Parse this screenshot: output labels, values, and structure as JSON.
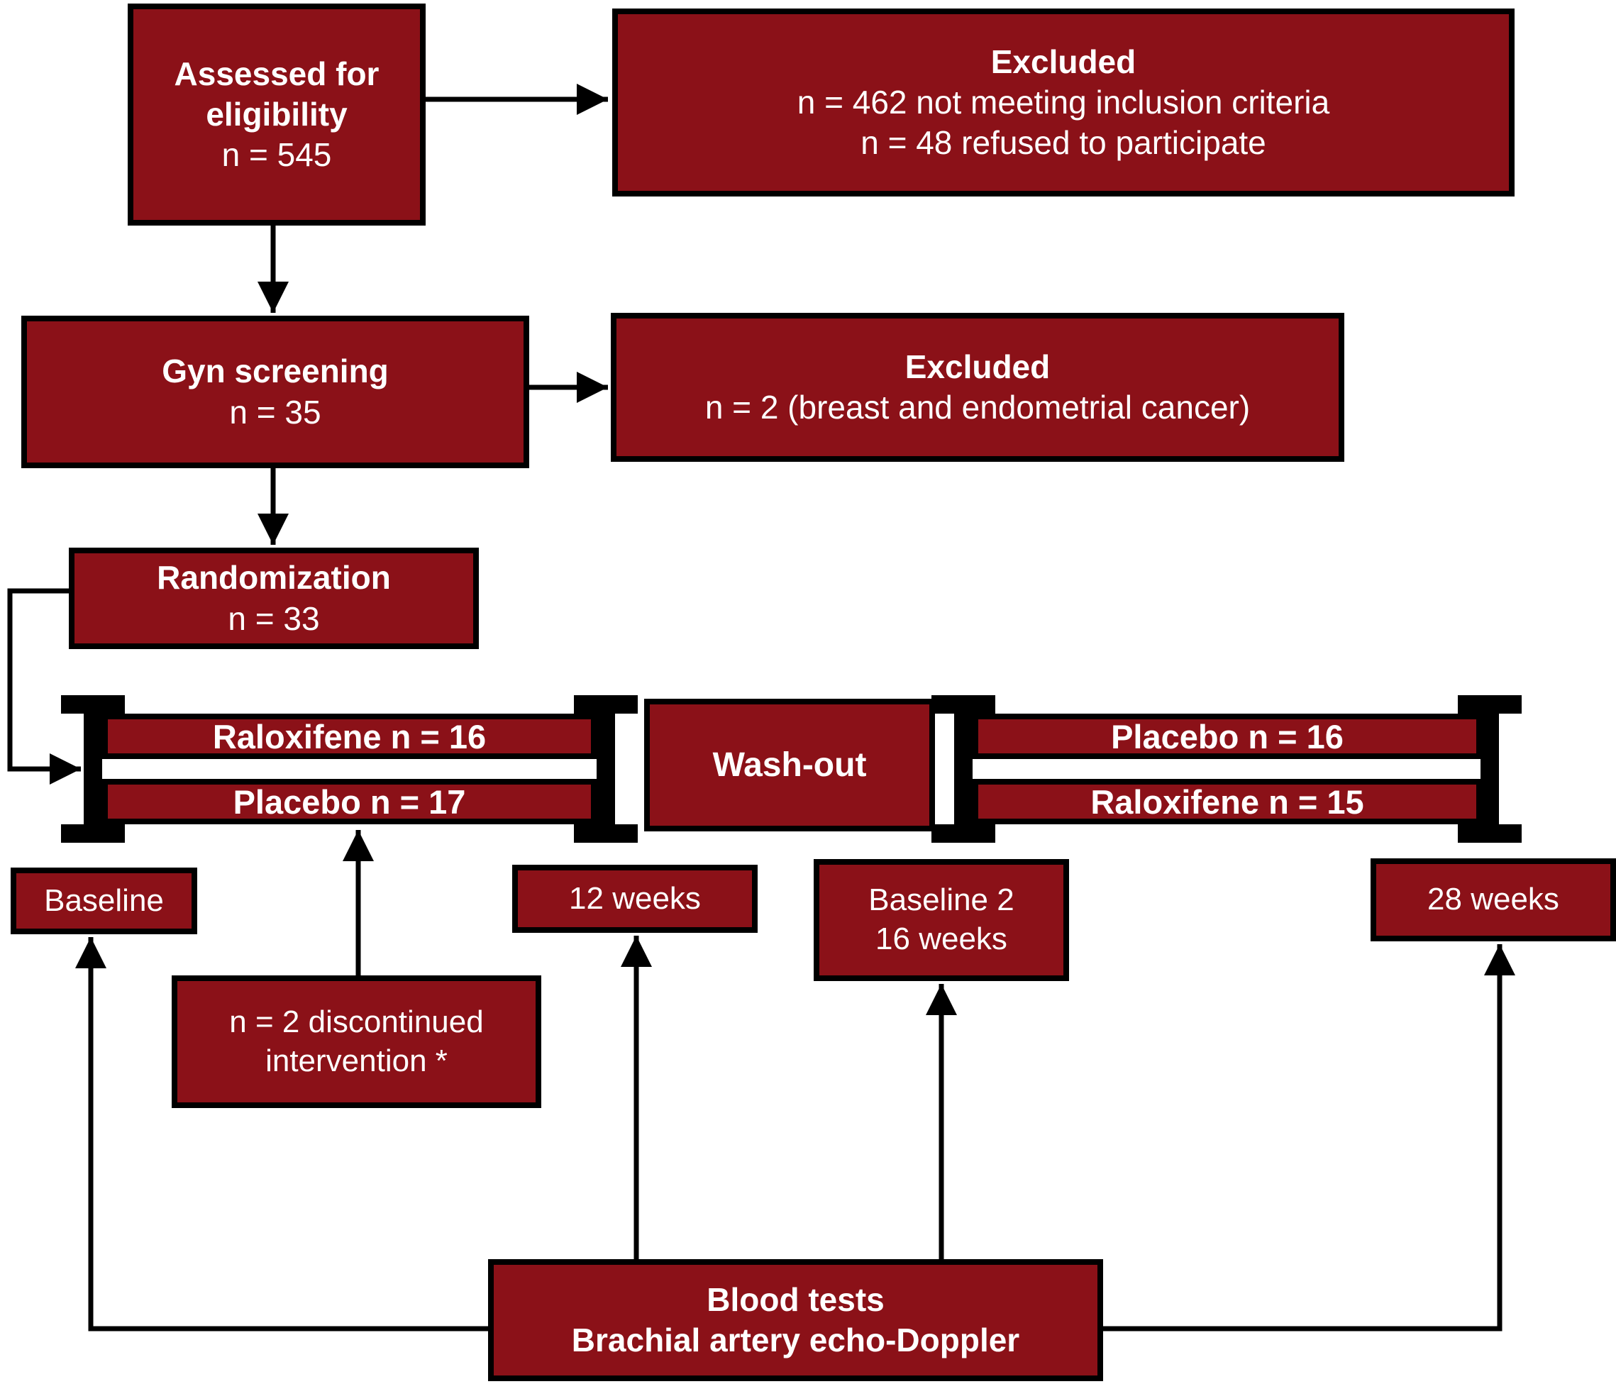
{
  "colors": {
    "box_fill": "#8B1118",
    "box_border": "#000000",
    "box_text": "#FFFFFF",
    "connector": "#000000",
    "background": "#FFFFFF"
  },
  "flow": {
    "assessed": {
      "heading_line1": "Assessed for",
      "heading_line2": "eligibility",
      "count": "n = 545"
    },
    "excluded1": {
      "heading": "Excluded",
      "detail1": "n = 462 not meeting inclusion criteria",
      "detail2": "n = 48 refused to participate"
    },
    "gyn": {
      "heading": "Gyn screening",
      "count": "n = 35"
    },
    "excluded2": {
      "heading": "Excluded",
      "detail": "n = 2 (breast and endometrial cancer)"
    },
    "randomization": {
      "heading": "Randomization",
      "count": "n = 33"
    },
    "arm_sequence_left": {
      "period1": "Raloxifene n = 16",
      "period2": "Placebo n = 17"
    },
    "washout": {
      "heading": "Wash-out"
    },
    "arm_sequence_right": {
      "period1": "Placebo n = 16",
      "period2": "Raloxifene n = 15"
    },
    "timepoints": {
      "baseline": "Baseline",
      "week12": "12 weeks",
      "baseline2_line1": "Baseline 2",
      "baseline2_line2": "16 weeks",
      "week28": "28 weeks"
    },
    "discontinued": {
      "line1": "n = 2 discontinued",
      "line2": "intervention *"
    },
    "assessments": {
      "line1": "Blood tests",
      "line2": "Brachial artery echo-Doppler"
    }
  }
}
